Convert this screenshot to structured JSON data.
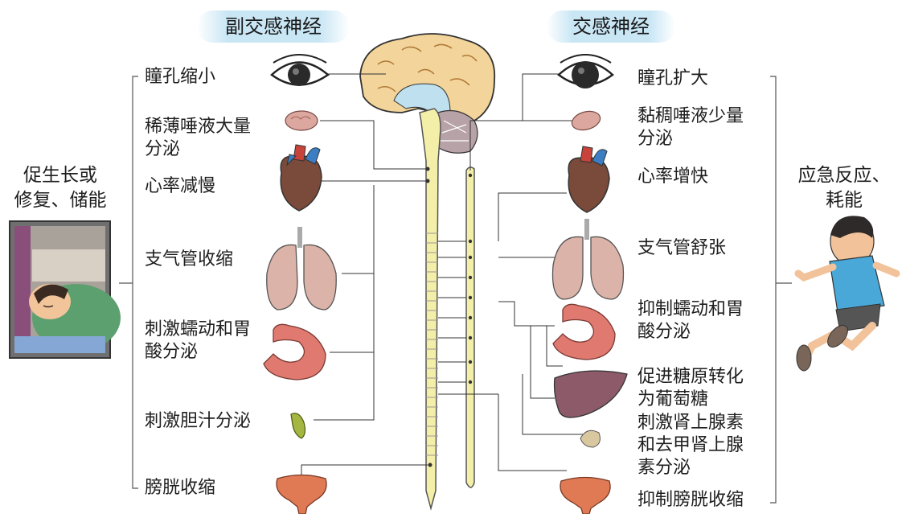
{
  "headers": {
    "parasympathetic": "副交感神经",
    "sympathetic": "交感神经"
  },
  "left_summary": {
    "line1": "促生长或",
    "line2": "修复、储能"
  },
  "right_summary": {
    "line1": "应急反应、",
    "line2": "耗能"
  },
  "left_labels": {
    "pupil": "瞳孔缩小",
    "saliva_line1": "稀薄唾液大量",
    "saliva_line2": "分泌",
    "heart": "心率减慢",
    "bronchi": "支气管收缩",
    "stomach_line1": "刺激蠕动和胃",
    "stomach_line2": "酸分泌",
    "bile": "刺激胆汁分泌",
    "bladder": "膀胱收缩"
  },
  "right_labels": {
    "pupil": "瞳孔扩大",
    "saliva_line1": "黏稠唾液少量",
    "saliva_line2": "分泌",
    "heart": "心率增快",
    "bronchi": "支气管舒张",
    "stomach_line1": "抑制蠕动和胃",
    "stomach_line2": "酸分泌",
    "liver_line1": "促进糖原转化",
    "liver_line2": "为葡萄糖",
    "adrenal_line1": "刺激肾上腺素",
    "adrenal_line2": "和去甲肾上腺",
    "adrenal_line3": "素分泌",
    "bladder": "抑制膀胱收缩"
  },
  "colors": {
    "header_bg": "#c9e6f5",
    "nerve": "#f3efa8",
    "brain": "#f3d49a",
    "organ_pink": "#dba79f",
    "heart_red": "#c8433a",
    "vessel_blue": "#3b7ec4",
    "liver": "#8d5a6a",
    "line": "#333333"
  }
}
